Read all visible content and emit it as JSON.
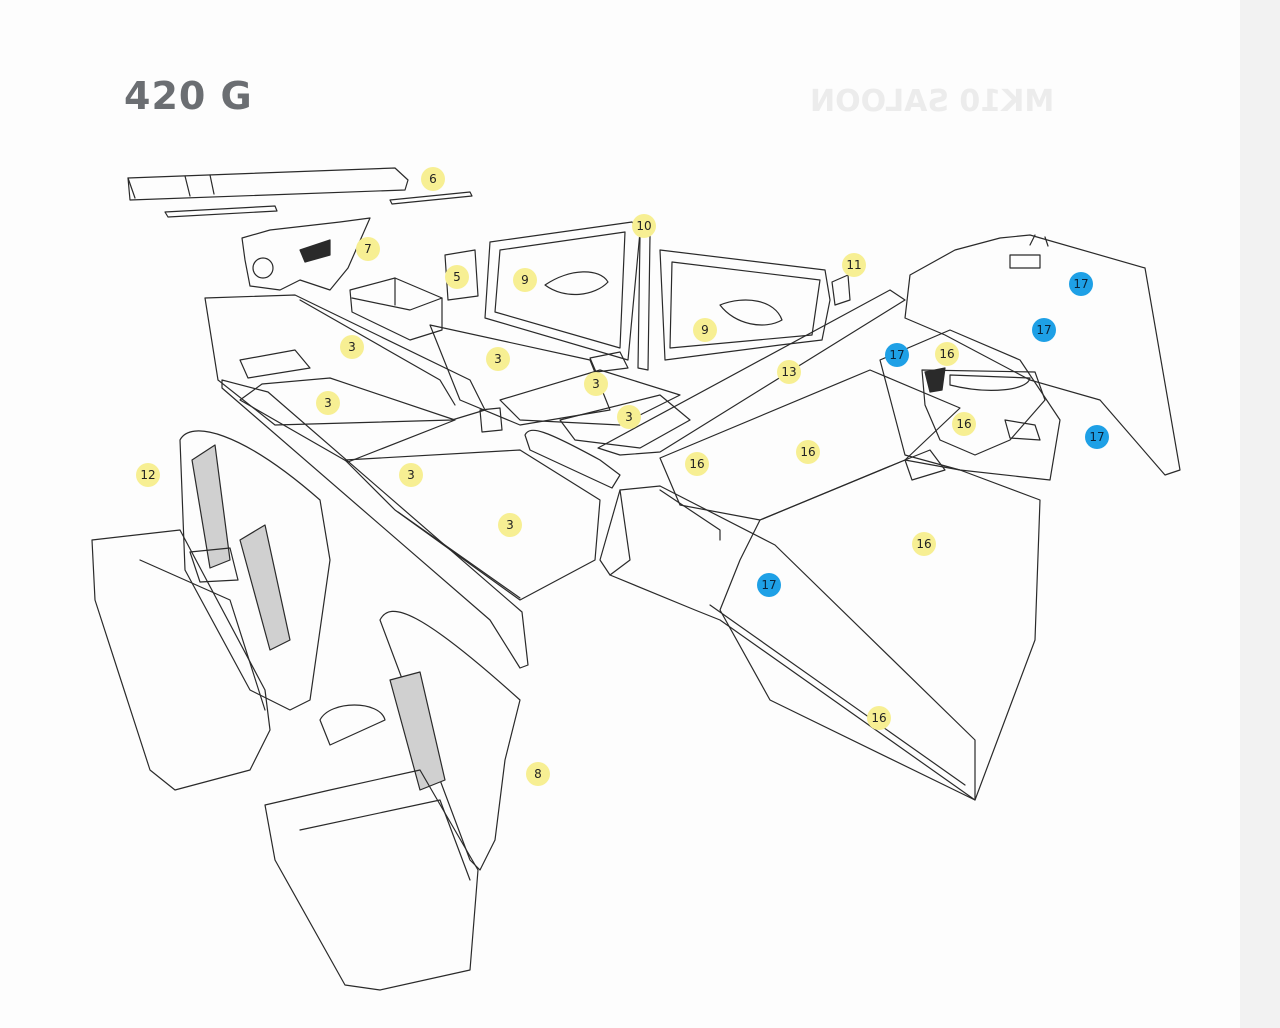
{
  "title": "420 G",
  "ghost_text": "MK10 SALOON",
  "colors": {
    "yellow_callout": "#f7ef93",
    "blue_callout": "#1ea0e6",
    "line": "#2a2a2a"
  },
  "callouts": [
    {
      "id": "c6",
      "label": "6",
      "color": "yellow"
    },
    {
      "id": "c10",
      "label": "10",
      "color": "yellow"
    },
    {
      "id": "c7",
      "label": "7",
      "color": "yellow"
    },
    {
      "id": "c5",
      "label": "5",
      "color": "yellow"
    },
    {
      "id": "c9a",
      "label": "9",
      "color": "yellow"
    },
    {
      "id": "c11",
      "label": "11",
      "color": "yellow"
    },
    {
      "id": "c17a",
      "label": "17",
      "color": "blue"
    },
    {
      "id": "c17b",
      "label": "17",
      "color": "blue"
    },
    {
      "id": "c9b",
      "label": "9",
      "color": "yellow"
    },
    {
      "id": "c3a",
      "label": "3",
      "color": "yellow"
    },
    {
      "id": "c3b",
      "label": "3",
      "color": "yellow"
    },
    {
      "id": "c17c",
      "label": "17",
      "color": "blue"
    },
    {
      "id": "c16a",
      "label": "16",
      "color": "yellow"
    },
    {
      "id": "c13",
      "label": "13",
      "color": "yellow"
    },
    {
      "id": "c3c",
      "label": "3",
      "color": "yellow"
    },
    {
      "id": "c3d",
      "label": "3",
      "color": "yellow"
    },
    {
      "id": "c3e",
      "label": "3",
      "color": "yellow"
    },
    {
      "id": "c16b",
      "label": "16",
      "color": "yellow"
    },
    {
      "id": "c17d",
      "label": "17",
      "color": "blue"
    },
    {
      "id": "c16c",
      "label": "16",
      "color": "yellow"
    },
    {
      "id": "c16d",
      "label": "16",
      "color": "yellow"
    },
    {
      "id": "c12",
      "label": "12",
      "color": "yellow"
    },
    {
      "id": "c3f",
      "label": "3",
      "color": "yellow"
    },
    {
      "id": "c3g",
      "label": "3",
      "color": "yellow"
    },
    {
      "id": "c16e",
      "label": "16",
      "color": "yellow"
    },
    {
      "id": "c17e",
      "label": "17",
      "color": "blue"
    },
    {
      "id": "c16f",
      "label": "16",
      "color": "yellow"
    },
    {
      "id": "c8",
      "label": "8",
      "color": "yellow"
    }
  ]
}
